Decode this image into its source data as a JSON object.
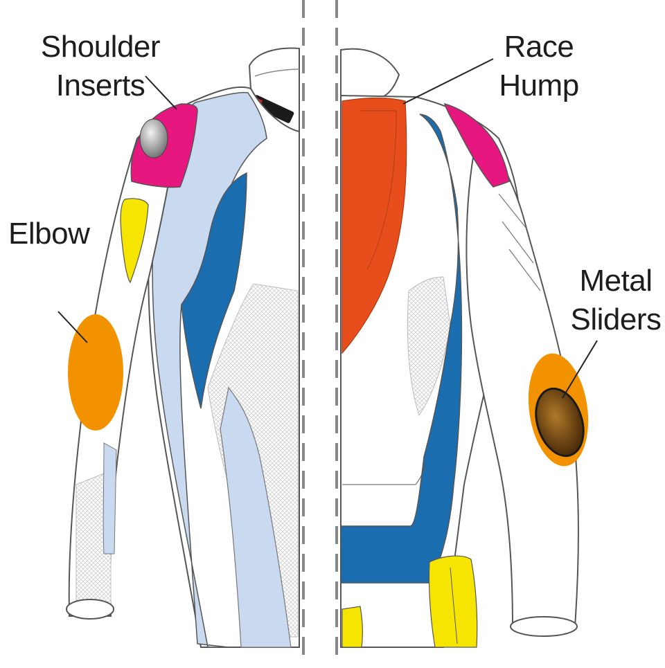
{
  "diagram": {
    "callouts": {
      "shoulder_inserts": [
        "Shoulder",
        "Inserts"
      ],
      "elbow": [
        "Elbow"
      ],
      "race_hump": [
        "Race",
        "Hump"
      ],
      "metal_sliders": [
        "Metal",
        "Sliders"
      ]
    },
    "colors": {
      "shoulder_insert": "#e6177f",
      "race_hump": "#e84e1c",
      "elbow_pad": "#f39200",
      "light_panel": "#c9daf0",
      "dark_panel": "#1a6dae",
      "yellow_pad": "#f5e500",
      "metal_slider": "#7a4a10",
      "outline": "#555555",
      "mesh": "#cccccc"
    }
  }
}
